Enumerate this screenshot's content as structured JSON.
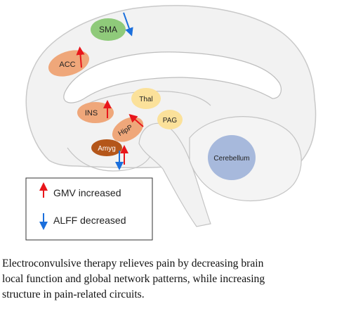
{
  "regions": {
    "sma": "SMA",
    "acc": "ACC",
    "ins": "INS",
    "hipp": "HipP",
    "amyg": "Amyg",
    "thal": "Thal",
    "pag": "PAG",
    "cerebellum": "Cerebellum"
  },
  "legend": {
    "gmv": "GMV increased",
    "alff": "ALFF decreased"
  },
  "colors": {
    "increase_arrow": "#e8161b",
    "decrease_arrow": "#1b6fdc",
    "sma_fill": "#8fca7a",
    "orange_fill": "#efa77a",
    "amyg_fill": "#b4561a",
    "yellow_fill": "#fbe19a",
    "cerebellum_fill": "#a7b9dc"
  },
  "caption": {
    "line1": "Electroconvulsive therapy relieves pain by decreasing brain",
    "line2": "local function and global network patterns, while increasing",
    "line3": "structure in pain-related circuits."
  }
}
